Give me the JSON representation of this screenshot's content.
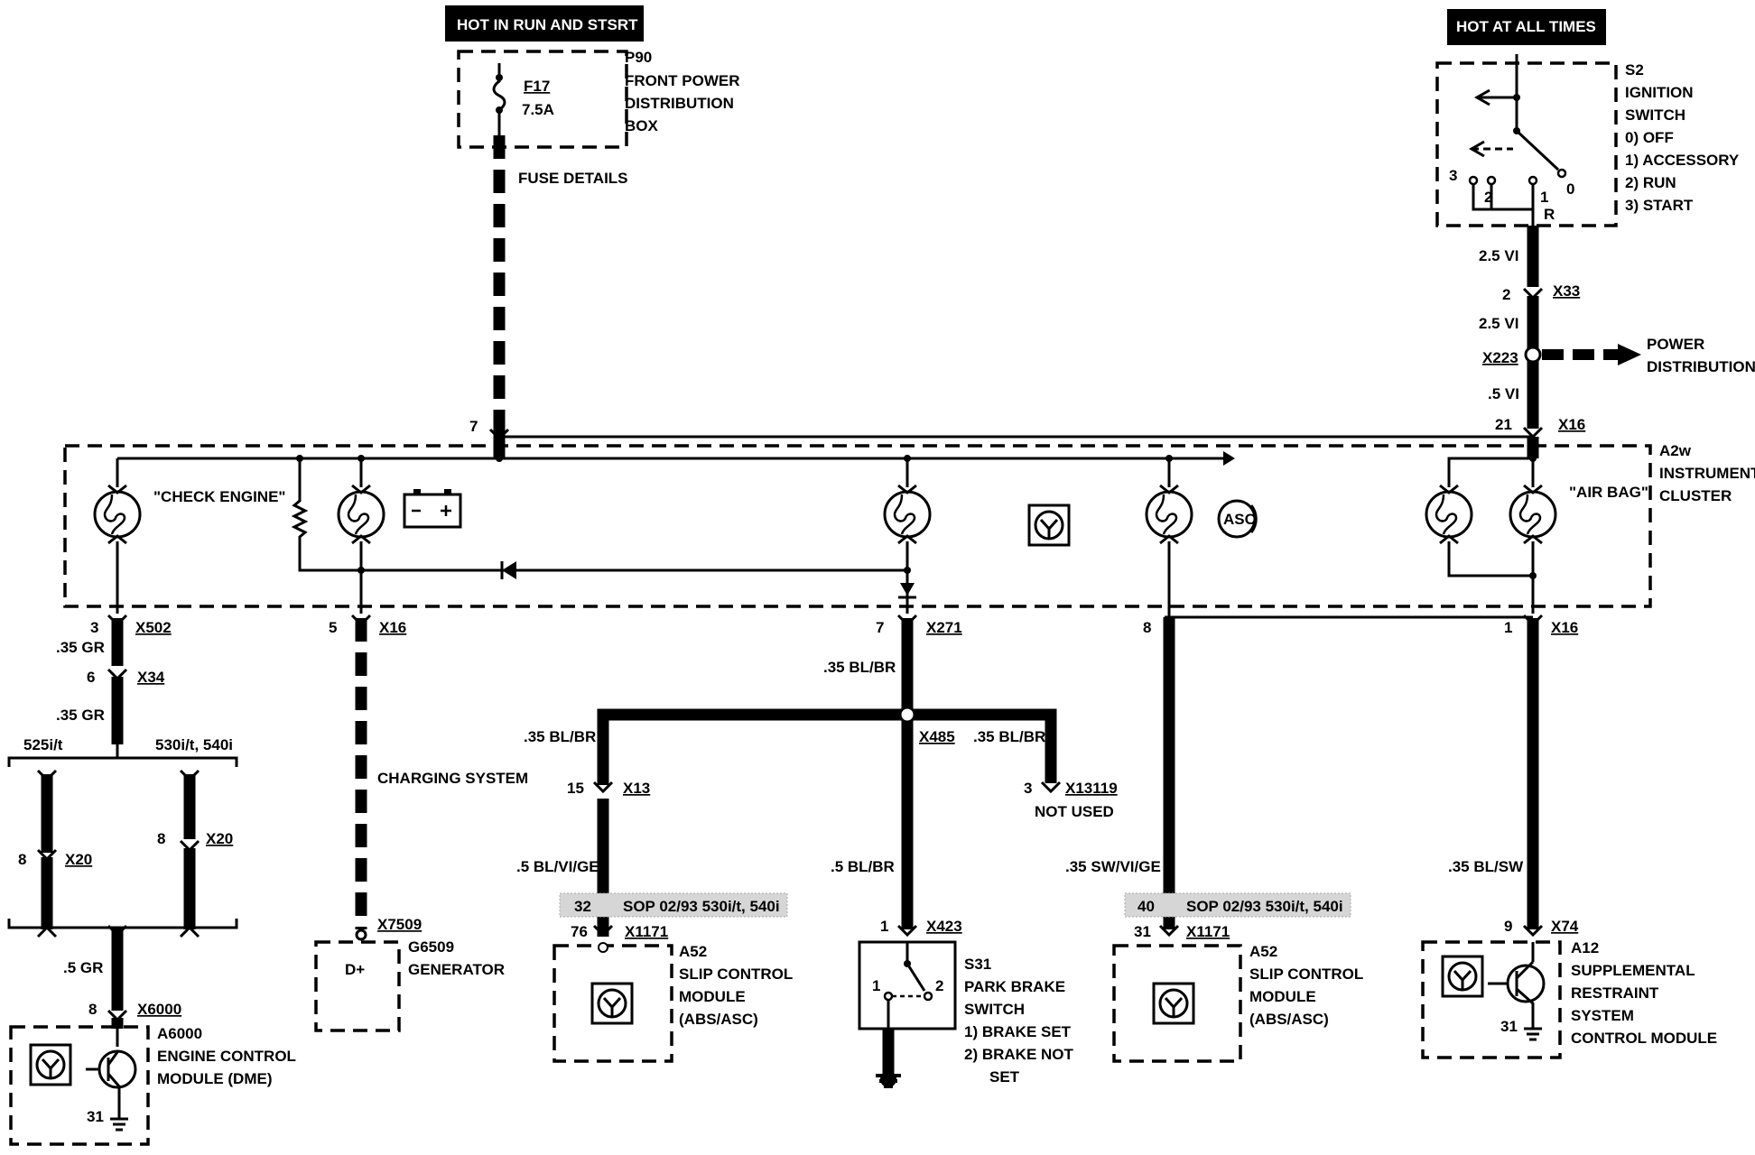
{
  "headers": {
    "run_start": "HOT IN RUN AND STSRT",
    "all_times": "HOT AT ALL TIMES"
  },
  "fuse_box": {
    "id": "P90",
    "name_1": "FRONT POWER",
    "name_2": "DISTRIBUTION",
    "name_3": "BOX",
    "fuse_id": "F17",
    "fuse_rating": "7.5A",
    "fuse_details": "FUSE DETAILS"
  },
  "ignition_switch": {
    "id": "S2",
    "name_1": "IGNITION",
    "name_2": "SWITCH",
    "pos_0": "0)   OFF",
    "pos_1": "1)   ACCESSORY",
    "pos_2": "2)   RUN",
    "pos_3": "3)   START",
    "t3": "3",
    "t2": "2",
    "t1": "1",
    "t0": "0",
    "tR": "R"
  },
  "upper_right_wiring": {
    "wire1": "2.5 VI",
    "pin_x33": "2",
    "conn_x33": "X33",
    "wire2": "2.5 VI",
    "splice": "X223",
    "power_dist_1": "POWER",
    "power_dist_2": "DISTRIBUTION",
    "wire3": ".5 VI",
    "pin_x16_top": "21",
    "conn_x16_top": "X16"
  },
  "instrument_cluster": {
    "pin7": "7",
    "id": "A2w",
    "name_1": "INSTRUMENT",
    "name_2": "CLUSTER",
    "check_engine": "\"CHECK ENGINE\"",
    "air_bag": "\"AIR BAG\"",
    "asc": "ASC"
  },
  "left_branch": {
    "pin3": "3",
    "conn_x502": "X502",
    "wire1": ".35 GR",
    "pin6": "6",
    "conn_x34": "X34",
    "wire2": ".35 GR",
    "variant_a": "525i/t",
    "variant_b": "530i/t, 540i",
    "pin8a": "8",
    "conn_x20a": "X20",
    "pin8b": "8",
    "conn_x20b": "X20",
    "wire3": ".5 GR",
    "pin8c": "8",
    "conn_x6000": "X6000",
    "ecm_id": "A6000",
    "ecm_1": "ENGINE CONTROL",
    "ecm_2": "MODULE (DME)",
    "ground": "31"
  },
  "generator_branch": {
    "pin5": "5",
    "conn_x16": "X16",
    "charging": "CHARGING SYSTEM",
    "conn_x7509": "X7509",
    "gen_id": "G6509",
    "gen_name": "GENERATOR",
    "terminal": "D+"
  },
  "center_branch": {
    "pin7": "7",
    "conn_x271": "X271",
    "wire1": ".35 BL/BR",
    "wire_left": ".35 BL/BR",
    "splice": "X485",
    "wire_right": ".35 BL/BR",
    "pin15": "15",
    "conn_x13": "X13",
    "pin3": "3",
    "conn_x13119": "X13119",
    "not_used": "NOT USED",
    "wire_left2": ".5 BL/VI/GE",
    "wire_center2": ".5 BL/BR",
    "sop_pin": "32",
    "sop_text": "SOP 02/93 530i/t, 540i",
    "pin76": "76",
    "conn_x1171": "X1171",
    "abs_id": "A52",
    "abs_1": "SLIP CONTROL",
    "abs_2": "MODULE",
    "abs_3": "(ABS/ASC)",
    "pin1": "1",
    "conn_x423": "X423",
    "switch_id": "S31",
    "switch_1": "PARK BRAKE",
    "switch_2": "SWITCH",
    "switch_p1": "1)   BRAKE SET",
    "switch_p2": "2)   BRAKE NOT",
    "switch_p2b": "SET",
    "sw_t1": "1",
    "sw_t2": "2"
  },
  "right_abs_branch": {
    "pin8": "8",
    "wire": ".35 SW/VI/GE",
    "sop_pin": "40",
    "sop_text": "SOP 02/93 530i/t, 540i",
    "pin31": "31",
    "conn_x1171": "X1171",
    "abs_id": "A52",
    "abs_1": "SLIP CONTROL",
    "abs_2": "MODULE",
    "abs_3": "(ABS/ASC)"
  },
  "airbag_branch": {
    "pin1": "1",
    "conn_x16": "X16",
    "wire": ".35 BL/SW",
    "pin9": "9",
    "conn_x74": "X74",
    "srs_id": "A12",
    "srs_1": "SUPPLEMENTAL",
    "srs_2": "RESTRAINT",
    "srs_3": "SYSTEM",
    "srs_4": "CONTROL MODULE",
    "ground": "31"
  }
}
